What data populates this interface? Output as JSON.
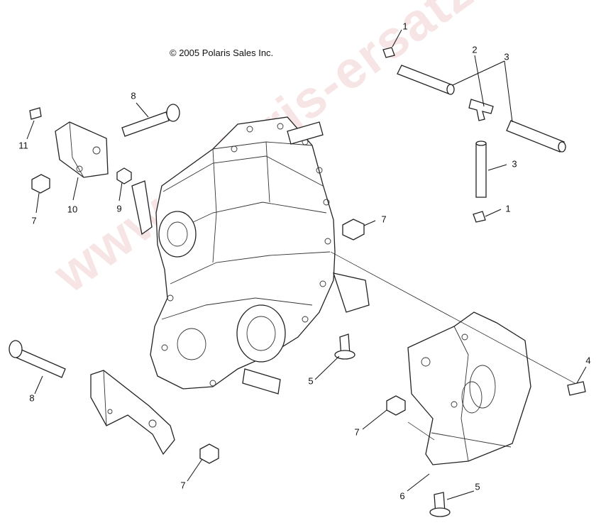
{
  "copyright": "© 2005 Polaris Sales Inc.",
  "watermark": "www.polaris-ersatzteile.de",
  "callouts": [
    {
      "id": "c1a",
      "label": "1"
    },
    {
      "id": "c2",
      "label": "2"
    },
    {
      "id": "c3a",
      "label": "3"
    },
    {
      "id": "c3b",
      "label": "3"
    },
    {
      "id": "c1b",
      "label": "1"
    },
    {
      "id": "c8a",
      "label": "8"
    },
    {
      "id": "c11",
      "label": "11"
    },
    {
      "id": "c10",
      "label": "10"
    },
    {
      "id": "c9",
      "label": "9"
    },
    {
      "id": "c7a",
      "label": "7"
    },
    {
      "id": "c7b",
      "label": "7"
    },
    {
      "id": "c4",
      "label": "4"
    },
    {
      "id": "c5a",
      "label": "5"
    },
    {
      "id": "c8b",
      "label": "8"
    },
    {
      "id": "c7c",
      "label": "7"
    },
    {
      "id": "c7d",
      "label": "7"
    },
    {
      "id": "c6",
      "label": "6"
    },
    {
      "id": "c5b",
      "label": "5"
    }
  ]
}
